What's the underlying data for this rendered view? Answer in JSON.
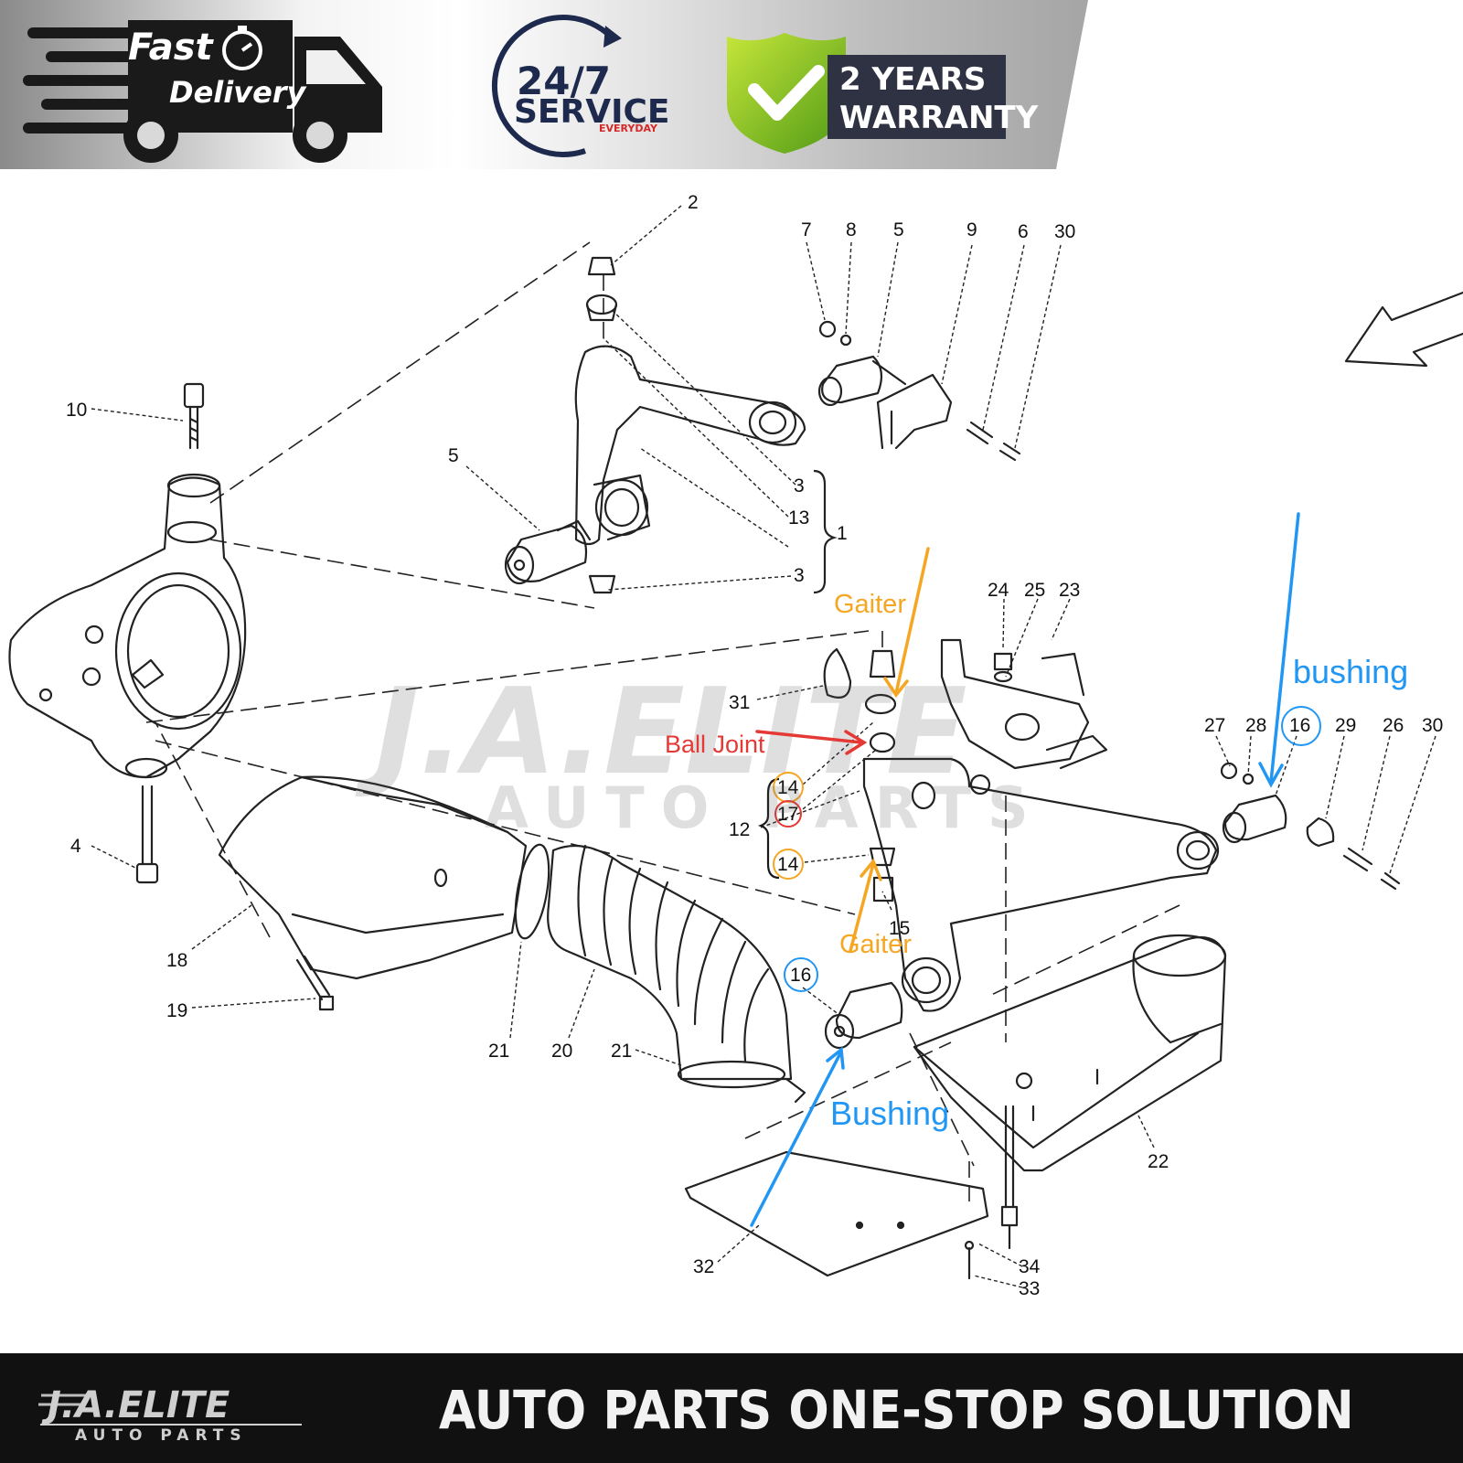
{
  "banner": {
    "delivery_line1": "Fast",
    "delivery_line2": "Delivery",
    "service_big": "24/7",
    "service_word": "SERVICE",
    "service_small": "EVERYDAY",
    "warranty_line1": "2 YEARS",
    "warranty_line2": "WARRANTY"
  },
  "watermark": {
    "line1": "J.A.ELITE",
    "line2": "AUTO PARTS"
  },
  "annotations": {
    "gaiter_top": "Gaiter",
    "gaiter_bottom": "Gaiter",
    "ball_joint": "Ball Joint",
    "bushing_right": "bushing",
    "bushing_bottom": "Bushing"
  },
  "callouts": {
    "c2": "2",
    "c7": "7",
    "c8": "8",
    "c5a": "5",
    "c9": "9",
    "c6": "6",
    "c30a": "30",
    "c10": "10",
    "c5b": "5",
    "c3a": "3",
    "c13": "13",
    "c1": "1",
    "c3b": "3",
    "c24": "24",
    "c25": "25",
    "c23": "23",
    "c31": "31",
    "c14a": "14",
    "c17": "17",
    "c12": "12",
    "c14b": "14",
    "c15": "15",
    "c27": "27",
    "c28": "28",
    "c16a": "16",
    "c29": "29",
    "c26": "26",
    "c30b": "30",
    "c4": "4",
    "c18": "18",
    "c19": "19",
    "c16b": "16",
    "c21a": "21",
    "c20": "20",
    "c21b": "21",
    "c22": "22",
    "c32": "32",
    "c34": "34",
    "c33": "33"
  },
  "footer": {
    "logo_line1": "J.A.ELITE",
    "logo_line2": "AUTO PARTS",
    "slogan": "AUTO PARTS ONE-STOP SOLUTION"
  },
  "colors": {
    "gaiter": "#f5a623",
    "ball_joint": "#e53935",
    "bushing": "#2196f3",
    "warranty_green": "#7cc122",
    "service_navy": "#1d2a4d",
    "service_red": "#d62828"
  }
}
